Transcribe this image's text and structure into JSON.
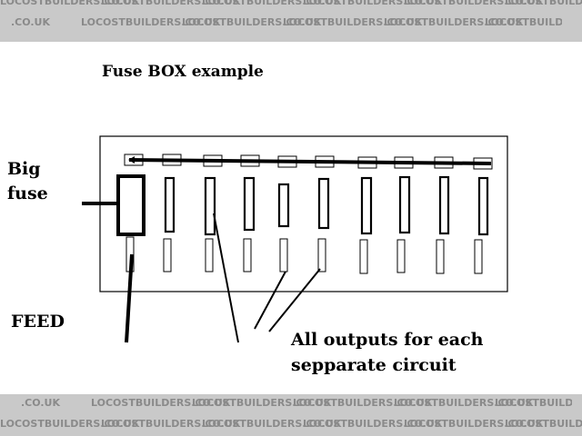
{
  "banner": {
    "repeat_text": "LOCOSTBUILDERS.CO.UK",
    "partial_text": ".CO.UK"
  },
  "diagram": {
    "title": "Fuse BOX example",
    "big_fuse_label_line1": "Big",
    "big_fuse_label_line2": "fuse",
    "feed_label": "FEED",
    "outputs_label_line1": "All outputs for each",
    "outputs_label_line2": "sepparate circuit"
  },
  "colors": {
    "ink": "#000000",
    "banner_bg": "#c9c9c9",
    "banner_text": "#8a8a8a"
  }
}
